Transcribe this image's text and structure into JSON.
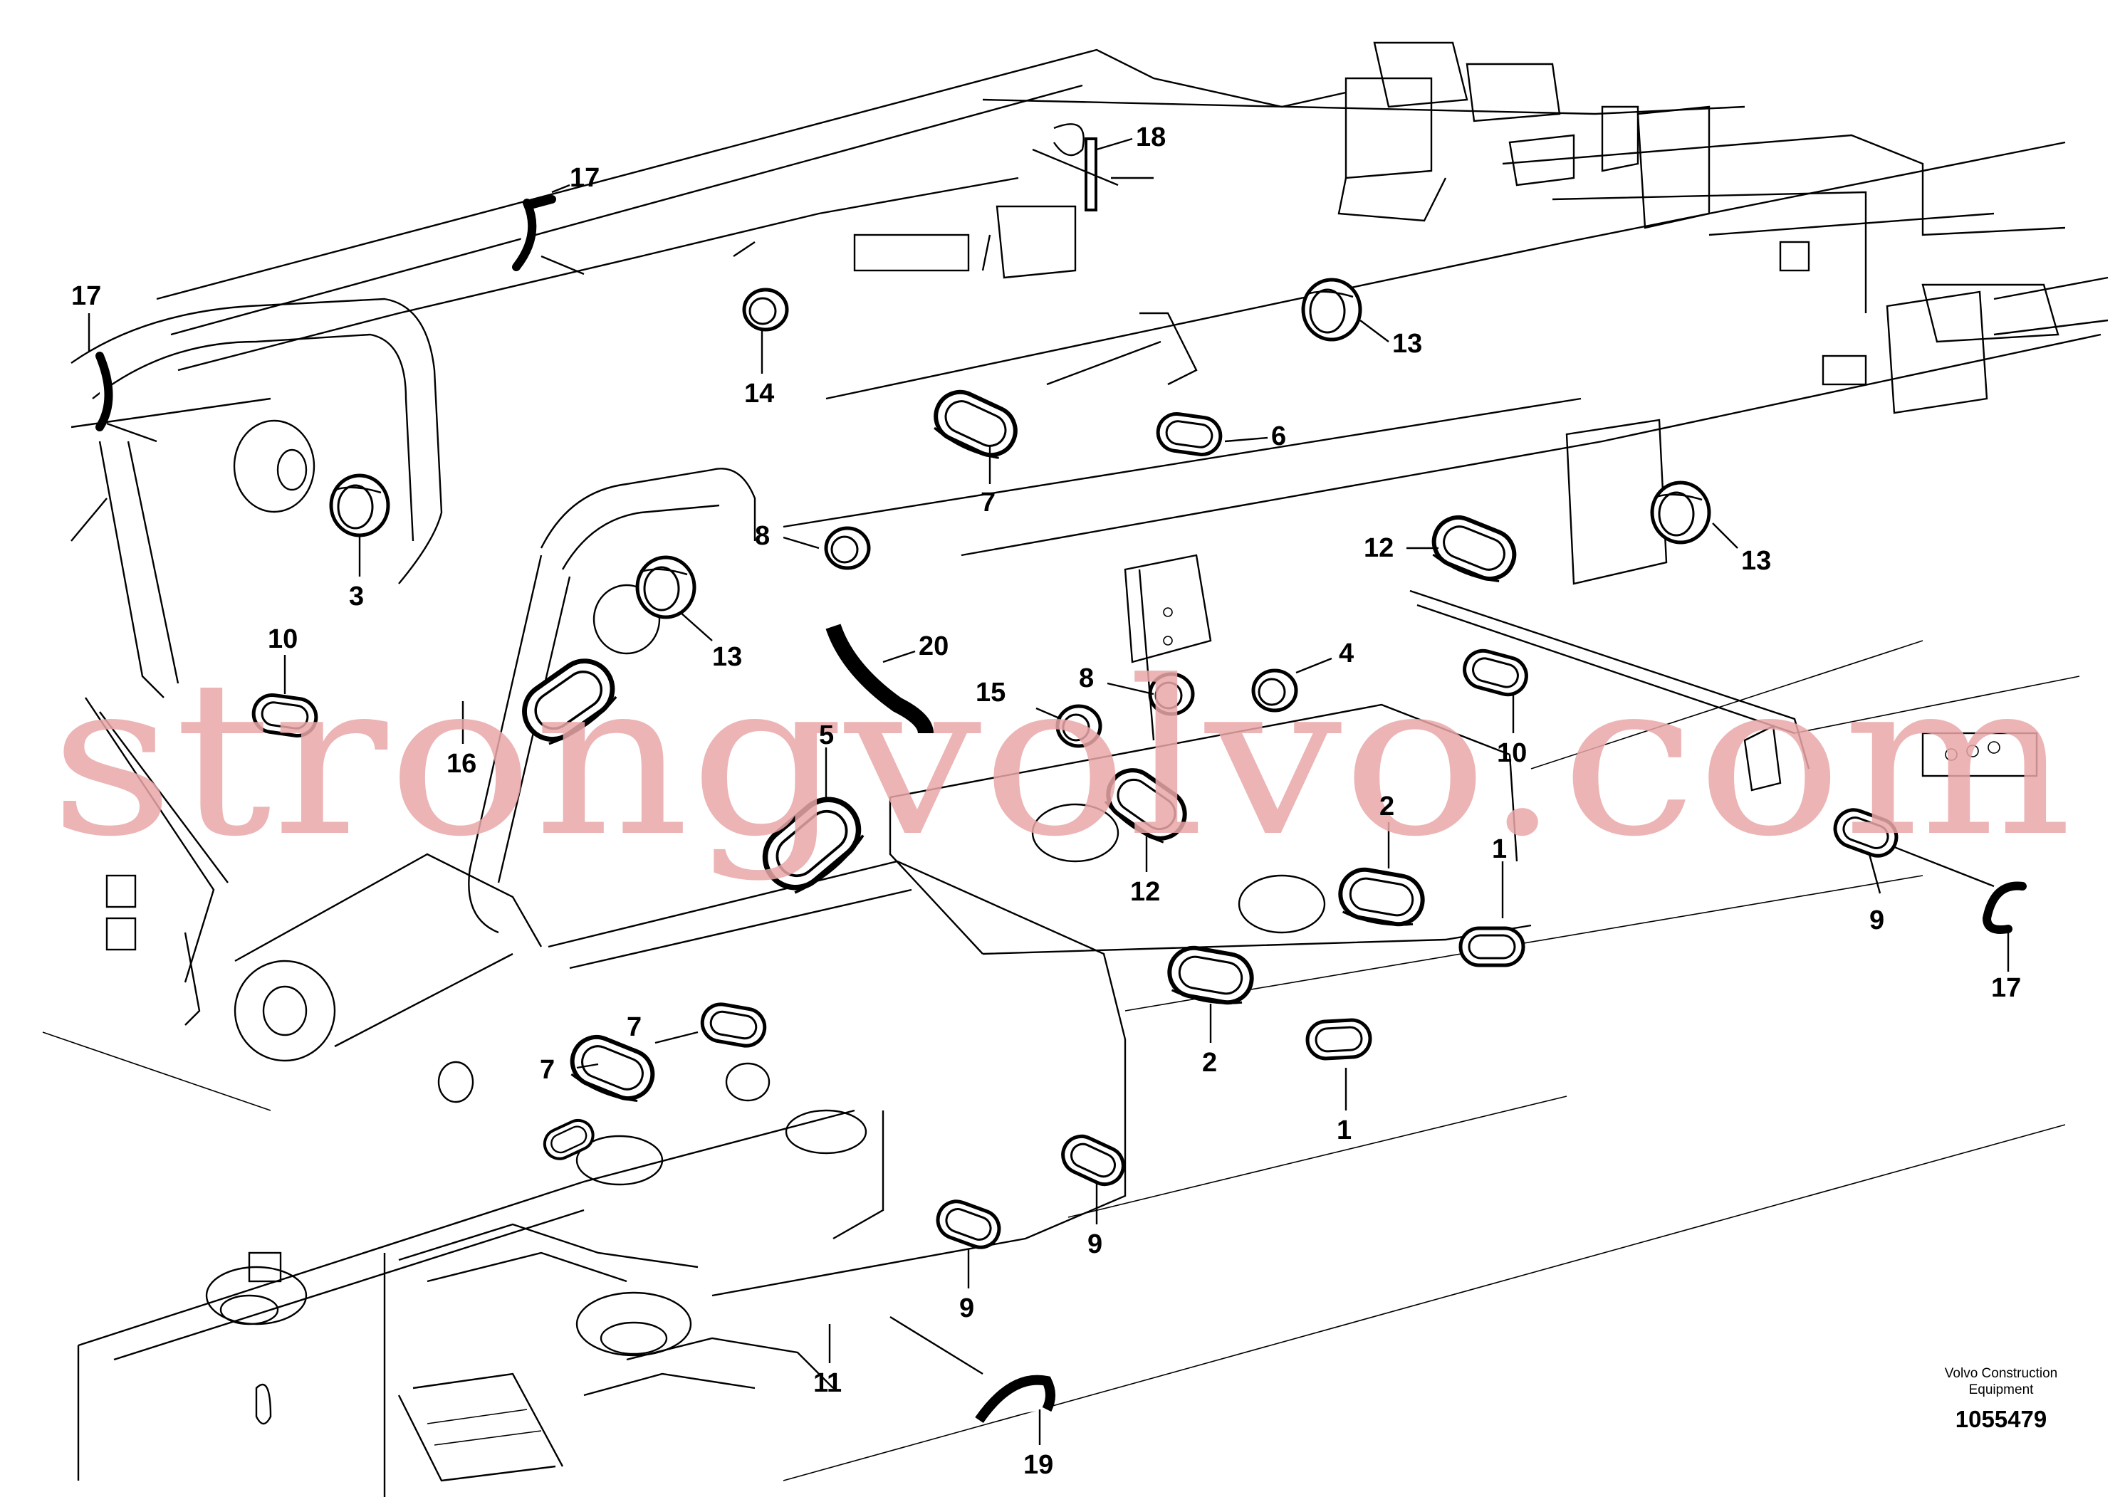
{
  "diagram": {
    "callouts": [
      {
        "id": "c1a",
        "label": "1"
      },
      {
        "id": "c1b",
        "label": "1"
      },
      {
        "id": "c2a",
        "label": "2"
      },
      {
        "id": "c2b",
        "label": "2"
      },
      {
        "id": "c3",
        "label": "3"
      },
      {
        "id": "c4",
        "label": "4"
      },
      {
        "id": "c5",
        "label": "5"
      },
      {
        "id": "c6",
        "label": "6"
      },
      {
        "id": "c7a",
        "label": "7"
      },
      {
        "id": "c7b",
        "label": "7"
      },
      {
        "id": "c7c",
        "label": "7"
      },
      {
        "id": "c8a",
        "label": "8"
      },
      {
        "id": "c8b",
        "label": "8"
      },
      {
        "id": "c9a",
        "label": "9"
      },
      {
        "id": "c9b",
        "label": "9"
      },
      {
        "id": "c9c",
        "label": "9"
      },
      {
        "id": "c10a",
        "label": "10"
      },
      {
        "id": "c10b",
        "label": "10"
      },
      {
        "id": "c11",
        "label": "11"
      },
      {
        "id": "c12a",
        "label": "12"
      },
      {
        "id": "c12b",
        "label": "12"
      },
      {
        "id": "c13a",
        "label": "13"
      },
      {
        "id": "c13b",
        "label": "13"
      },
      {
        "id": "c13c",
        "label": "13"
      },
      {
        "id": "c14",
        "label": "14"
      },
      {
        "id": "c15",
        "label": "15"
      },
      {
        "id": "c16",
        "label": "16"
      },
      {
        "id": "c17a",
        "label": "17"
      },
      {
        "id": "c17b",
        "label": "17"
      },
      {
        "id": "c17c",
        "label": "17"
      },
      {
        "id": "c18",
        "label": "18"
      },
      {
        "id": "c19",
        "label": "19"
      },
      {
        "id": "c20",
        "label": "20"
      }
    ]
  },
  "watermark": {
    "text": "strongvolvo.com"
  },
  "brand": {
    "line1": "Volvo Construction",
    "line2": "Equipment"
  },
  "document_number": "1055479",
  "colors": {
    "lines": "#000000",
    "watermark": "#e9a7a7",
    "background": "#ffffff"
  }
}
